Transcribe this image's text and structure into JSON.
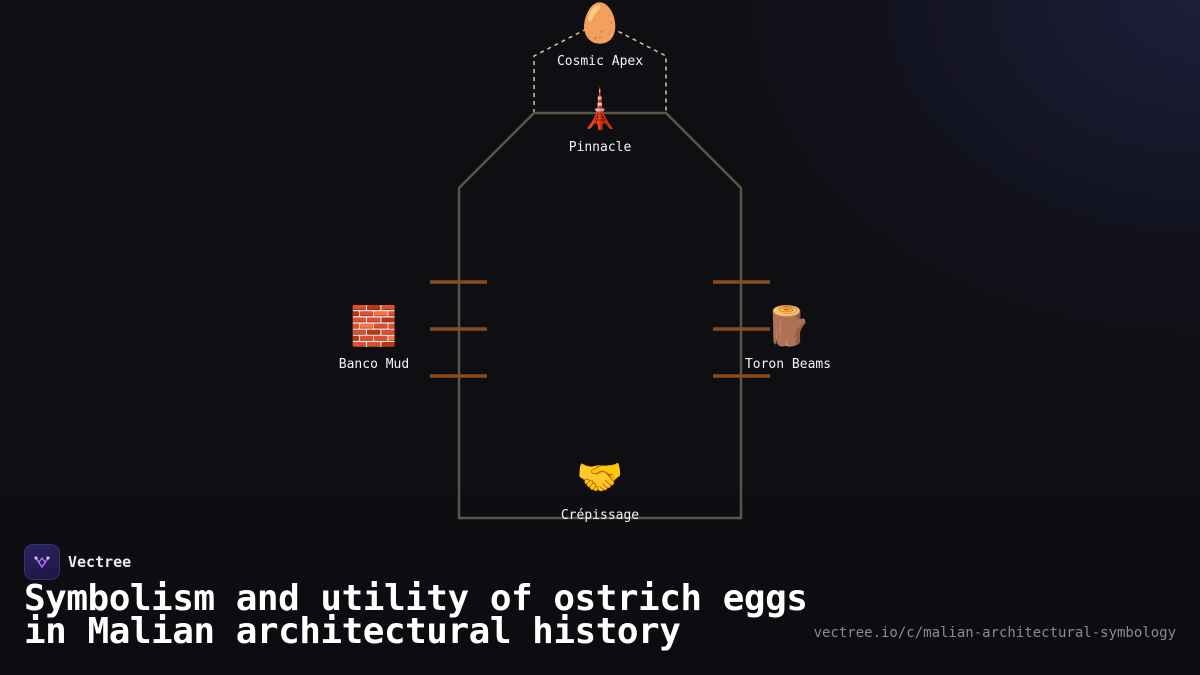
{
  "brand": {
    "name": "Vectree"
  },
  "title": "Symbolism and utility of ostrich eggs in Malian architectural history",
  "url": "vectree.io/c/malian-architectural-symbology",
  "nodes": {
    "cosmic_apex": {
      "emoji": "🥚",
      "label": "Cosmic Apex"
    },
    "pinnacle": {
      "emoji": "🗼",
      "label": "Pinnacle"
    },
    "banco_mud": {
      "emoji": "🧱",
      "label": "Banco Mud"
    },
    "toron_beams": {
      "emoji": "🪵",
      "label": "Toron Beams"
    },
    "crepissage": {
      "emoji": "🤝",
      "label": "Crépissage"
    }
  },
  "colors": {
    "outline": "#5e5446",
    "apex_dashed": "#d9c39a",
    "beams": "#8a4a1c",
    "background": "#0e0e13"
  }
}
